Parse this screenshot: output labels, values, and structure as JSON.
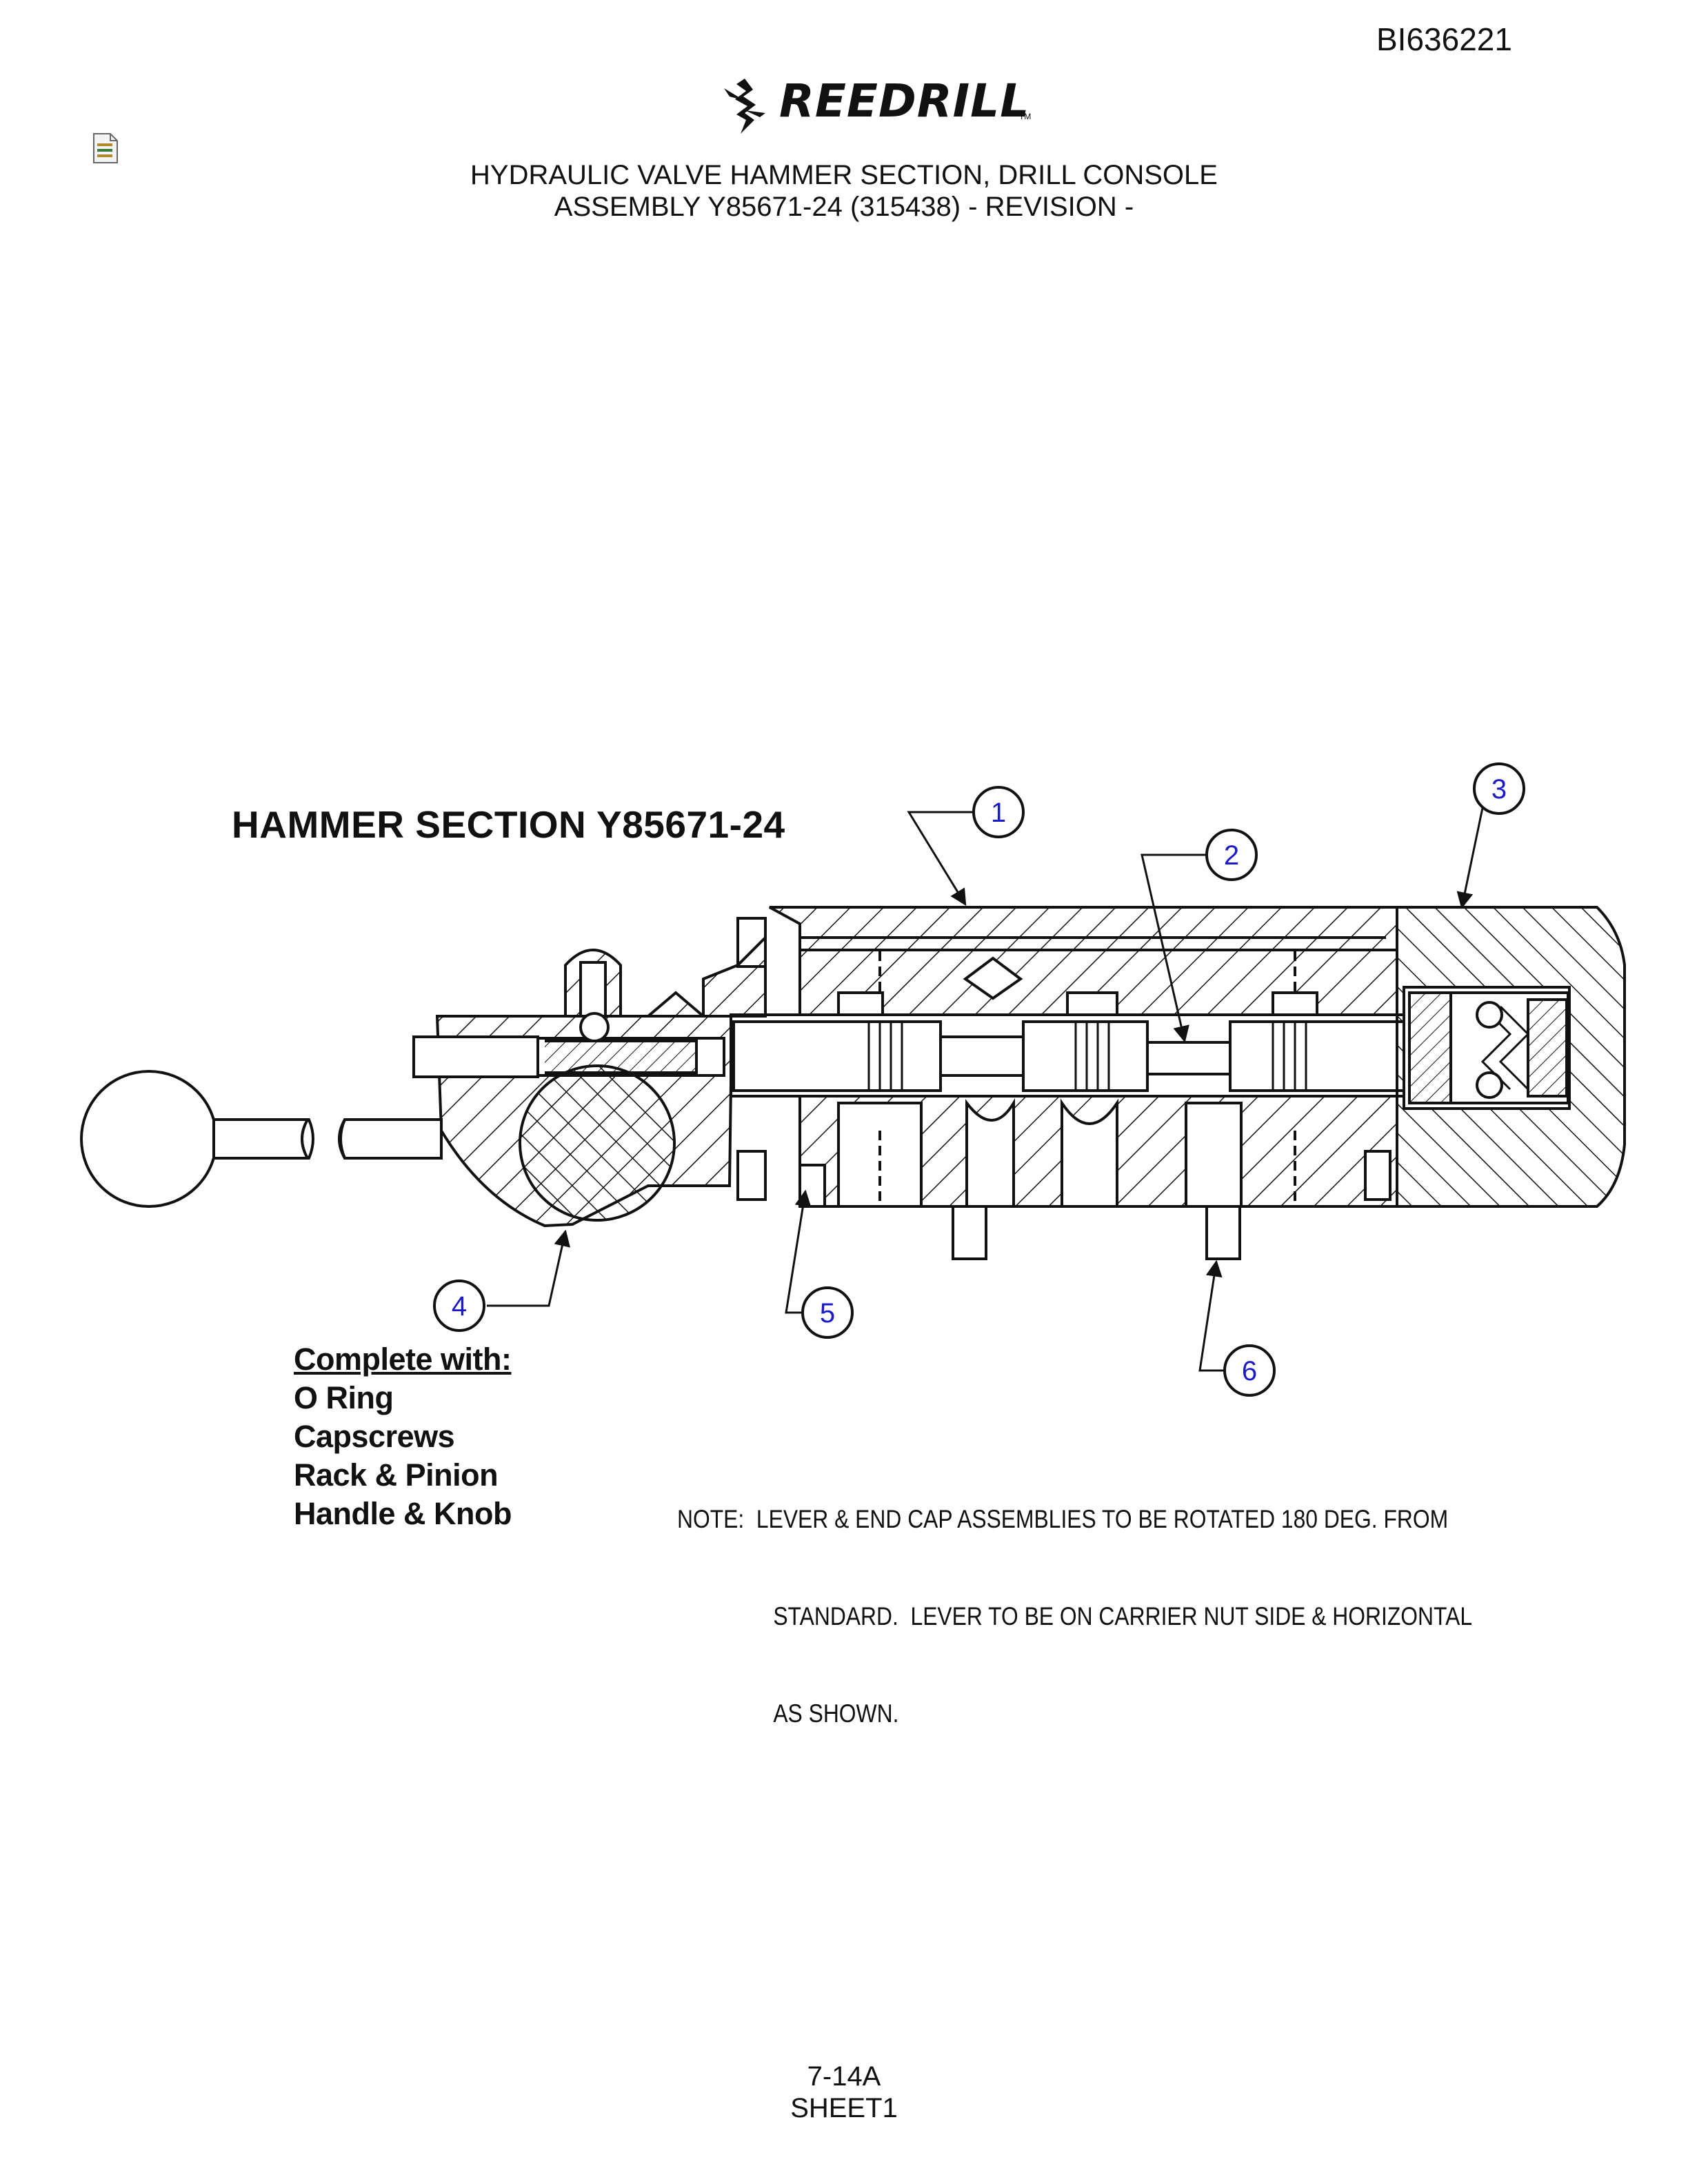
{
  "header": {
    "doc_id": "BI636221",
    "brand": "REEDRILL",
    "title_line1": "HYDRAULIC VALVE HAMMER SECTION, DRILL CONSOLE",
    "title_line2": "ASSEMBLY Y85671-24 (315438) - REVISION -"
  },
  "diagram": {
    "section_title": "HAMMER SECTION  Y85671-24",
    "callouts": [
      "1",
      "2",
      "3",
      "4",
      "5",
      "6"
    ],
    "complete_with": {
      "heading": "Complete with:",
      "items": [
        "O Ring",
        "Capscrews",
        "Rack & Pinion",
        "Handle & Knob"
      ]
    },
    "note": {
      "line1": "NOTE:  LEVER & END CAP ASSEMBLIES TO BE ROTATED 180 DEG. FROM",
      "line2": "STANDARD.  LEVER TO BE ON CARRIER NUT SIDE & HORIZONTAL",
      "line3": "AS SHOWN."
    }
  },
  "footer": {
    "page": "7-14A",
    "sheet": "SHEET1"
  }
}
